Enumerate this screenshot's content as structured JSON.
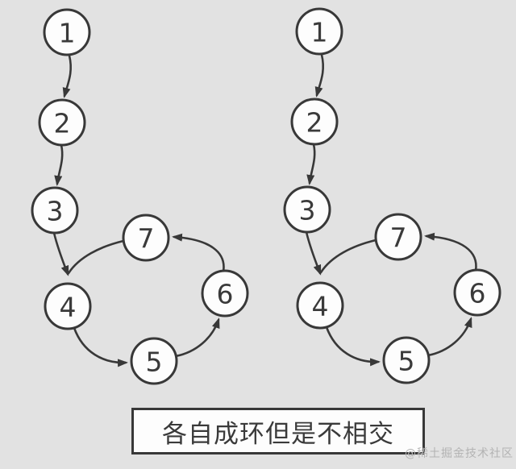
{
  "diagram": {
    "caption": "各自成环但是不相交",
    "watermark": "@稀土掘金技术社区",
    "colors": {
      "background": "#e2e2e2",
      "stroke": "#383838",
      "node_fill": "#fdfdfd",
      "text": "#3a3a3a",
      "watermark_color": "#b3b3b3"
    },
    "lists": [
      {
        "id": "left",
        "nodes": [
          "1",
          "2",
          "3",
          "4",
          "5",
          "6",
          "7"
        ],
        "edges": [
          [
            "1",
            "2"
          ],
          [
            "2",
            "3"
          ],
          [
            "3",
            "4"
          ],
          [
            "4",
            "5"
          ],
          [
            "5",
            "6"
          ],
          [
            "6",
            "7"
          ],
          [
            "7",
            "4"
          ]
        ],
        "cycle_nodes": [
          "4",
          "5",
          "6",
          "7"
        ]
      },
      {
        "id": "right",
        "nodes": [
          "1",
          "2",
          "3",
          "4",
          "5",
          "6",
          "7"
        ],
        "edges": [
          [
            "1",
            "2"
          ],
          [
            "2",
            "3"
          ],
          [
            "3",
            "4"
          ],
          [
            "4",
            "5"
          ],
          [
            "5",
            "6"
          ],
          [
            "6",
            "7"
          ],
          [
            "7",
            "4"
          ]
        ],
        "cycle_nodes": [
          "4",
          "5",
          "6",
          "7"
        ]
      }
    ]
  }
}
